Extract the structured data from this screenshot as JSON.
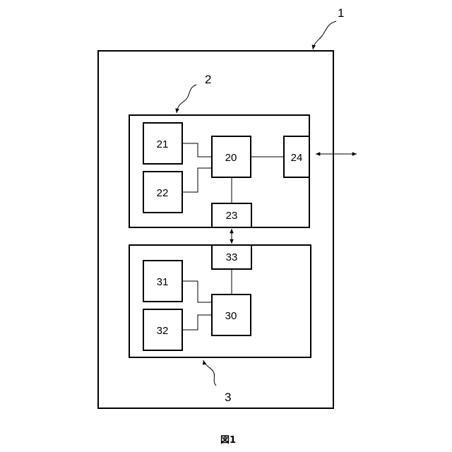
{
  "refs": {
    "device": "1",
    "upper_unit": "2",
    "lower_unit": "3"
  },
  "blocks": {
    "b20": "20",
    "b21": "21",
    "b22": "22",
    "b23": "23",
    "b24": "24",
    "b30": "30",
    "b31": "31",
    "b32": "32",
    "b33": "33"
  },
  "caption": "図1",
  "colors": {
    "stroke": "#000000",
    "background": "#ffffff"
  }
}
